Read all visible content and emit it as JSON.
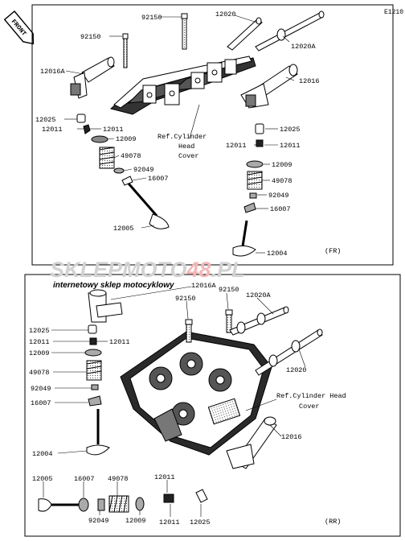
{
  "doc_code": "E1210",
  "front_arrow_text": "FRONT",
  "watermark": {
    "brand_left": "SKLEP",
    "brand_mid": "MOTO",
    "brand_num": "48",
    "brand_tld": ".PL",
    "tagline": "internetowy sklep motocyklowy",
    "color_gray": "#c8c8c8",
    "color_red": "#e31b23"
  },
  "top_panel": {
    "view_label": "(FR)",
    "ref_line1": "Ref.Cylinder",
    "ref_line2": "Head",
    "ref_line3": "Cover",
    "labels": {
      "l92150a": "92150",
      "l92150b": "92150",
      "l12020": "12020",
      "l12020A": "12020A",
      "l12016A": "12016A",
      "l12016": "12016",
      "l12025L": "12025",
      "l12011L": "12011",
      "l12011L2": "12011",
      "l12009L": "12009",
      "l49078L": "49078",
      "l92049L": "92049",
      "l16007L": "16007",
      "l12005L": "12005",
      "l12025R": "12025",
      "l12011R": "12011",
      "l12011R2": "12011",
      "l12009R": "12009",
      "l49078R": "49078",
      "l92049R": "92049",
      "l16007R": "16007",
      "l12004R": "12004"
    }
  },
  "bottom_panel": {
    "view_label": "(RR)",
    "ref_line1": "Ref.Cylinder Head",
    "ref_line2": "Cover",
    "labels": {
      "l12016A": "12016A",
      "l92150a": "92150",
      "l92150b": "92150",
      "l12020A": "12020A",
      "l12020": "12020",
      "l12016": "12016",
      "l12025": "12025",
      "l12011a": "12011",
      "l12011b": "12011",
      "l12009": "12009",
      "l49078": "49078",
      "l92049": "92049",
      "l16007": "16007",
      "l12004": "12004",
      "b12005": "12005",
      "b16007": "16007",
      "b49078": "49078",
      "b12011": "12011",
      "b92049": "92049",
      "b12009": "12009",
      "b12011b": "12011",
      "b12025": "12025"
    }
  }
}
